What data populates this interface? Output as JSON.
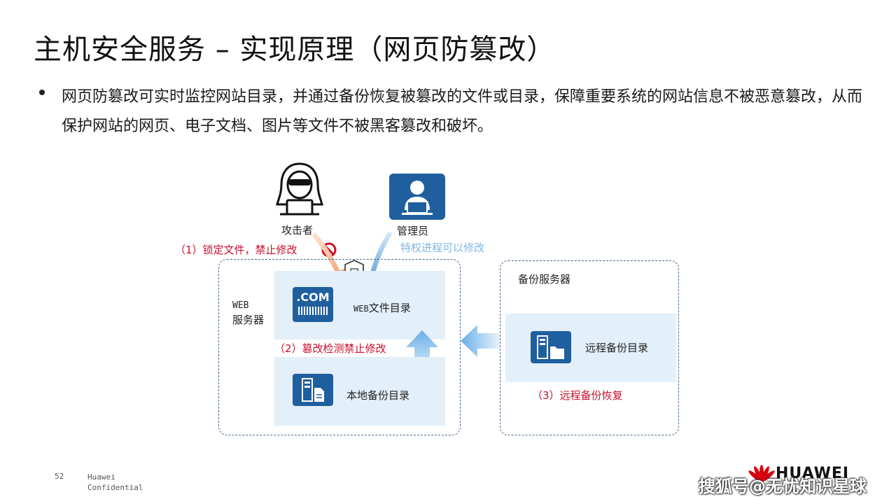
{
  "slide": {
    "title": "主机安全服务  –  实现原理（网页防篡改）",
    "bullet": "网页防篡改可实时监控网站目录，并通过备份恢复被篡改的文件或目录，保障重要系统的网站信息不被恶意篡改，从而保护网站的网页、电子文档、图片等文件不被黑客篡改和破坏。"
  },
  "diagram": {
    "attacker_label": "攻击者",
    "admin_label": "管理员",
    "step1": "（1）锁定文件，禁止修改",
    "privileged": "特权进程可以修改",
    "web_server_label_1": "WEB",
    "web_server_label_2": "服务器",
    "com_text": ".COM",
    "web_dir_prefix": "WEB",
    "web_dir_suffix": "文件目录",
    "step2": "（2）篡改检测禁止修改",
    "local_backup": "本地备份目录",
    "backup_server": "备份服务器",
    "remote_backup": "远程备份目录",
    "step3": "（3）远程备份恢复",
    "colors": {
      "accent": "#1f5f9e",
      "red": "#c8102e",
      "panel": "#e3eff9"
    }
  },
  "footer": {
    "page_number": "52",
    "confidential_1": "Huawei",
    "confidential_2": "Confidential",
    "brand": "HUAWEI",
    "watermark": "搜狐号@无忧知识星球"
  }
}
